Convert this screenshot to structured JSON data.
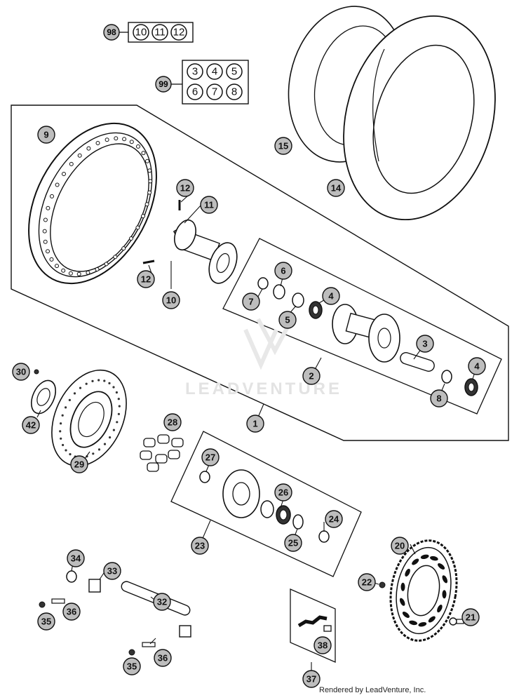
{
  "kits": [
    {
      "id": "kit-98",
      "label": "98",
      "items": [
        "10",
        "11",
        "12"
      ]
    },
    {
      "id": "kit-99",
      "label": "99",
      "items": [
        "3",
        "4",
        "5",
        "6",
        "7",
        "8"
      ]
    }
  ],
  "callouts": [
    "1",
    "2",
    "3",
    "4",
    "4",
    "5",
    "6",
    "7",
    "8",
    "9",
    "10",
    "11",
    "12",
    "12",
    "14",
    "15",
    "20",
    "21",
    "22",
    "23",
    "24",
    "25",
    "26",
    "27",
    "28",
    "29",
    "30",
    "32",
    "33",
    "34",
    "35",
    "35",
    "36",
    "36",
    "37",
    "38",
    "42"
  ],
  "watermark": "LEADVENTURE",
  "credit": "Rendered by LeadVenture, Inc."
}
